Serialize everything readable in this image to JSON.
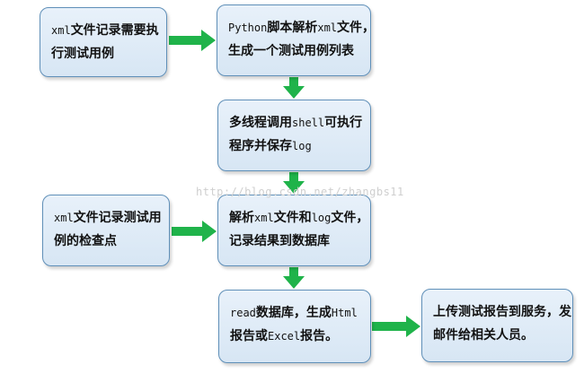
{
  "nodes": {
    "n1": {
      "line1": [
        [
          "mono",
          "xml"
        ],
        [
          "cn",
          "文件记录需要执"
        ]
      ],
      "line2": [
        [
          "cn",
          "行测试用例"
        ]
      ]
    },
    "n2": {
      "line1": [
        [
          "mono",
          "Python"
        ],
        [
          "cn",
          "脚本解析"
        ],
        [
          "mono",
          "xml"
        ],
        [
          "cn",
          "文件，"
        ]
      ],
      "line2": [
        [
          "cn",
          "生成一个测试用例列表"
        ]
      ]
    },
    "n3": {
      "line1": [
        [
          "cn",
          "多线程调用"
        ],
        [
          "mono",
          "shell"
        ],
        [
          "cn",
          "可执行"
        ]
      ],
      "line2": [
        [
          "cn",
          "程序并保存"
        ],
        [
          "mono",
          "log"
        ]
      ]
    },
    "n4": {
      "line1": [
        [
          "mono",
          "xml"
        ],
        [
          "cn",
          "文件记录测试用"
        ]
      ],
      "line2": [
        [
          "cn",
          "例的检查点"
        ]
      ]
    },
    "n5": {
      "line1": [
        [
          "cn",
          "解析"
        ],
        [
          "mono",
          "xml"
        ],
        [
          "cn",
          "文件和"
        ],
        [
          "mono",
          "log"
        ],
        [
          "cn",
          "文件，"
        ]
      ],
      "line2": [
        [
          "cn",
          "记录结果到数据库"
        ]
      ]
    },
    "n6": {
      "line1": [
        [
          "mono",
          "read"
        ],
        [
          "cn",
          "数据库，生成"
        ],
        [
          "mono",
          "Html"
        ]
      ],
      "line2": [
        [
          "cn",
          "报告或"
        ],
        [
          "mono",
          "Excel"
        ],
        [
          "cn",
          "报告。"
        ]
      ]
    },
    "n7": {
      "line1": [
        [
          "cn",
          "上传测试报告到服务，发"
        ]
      ],
      "line2": [
        [
          "cn",
          "邮件给相关人员。"
        ]
      ]
    }
  },
  "watermark": "http://blog.csdn.net/zhangbs11",
  "colors": {
    "box_fill_top": "#e8f1fa",
    "box_fill_bottom": "#d7e6f4",
    "box_border": "#5f8fb8",
    "arrow": "#1fb34a",
    "watermark": "#cfcfcf"
  }
}
